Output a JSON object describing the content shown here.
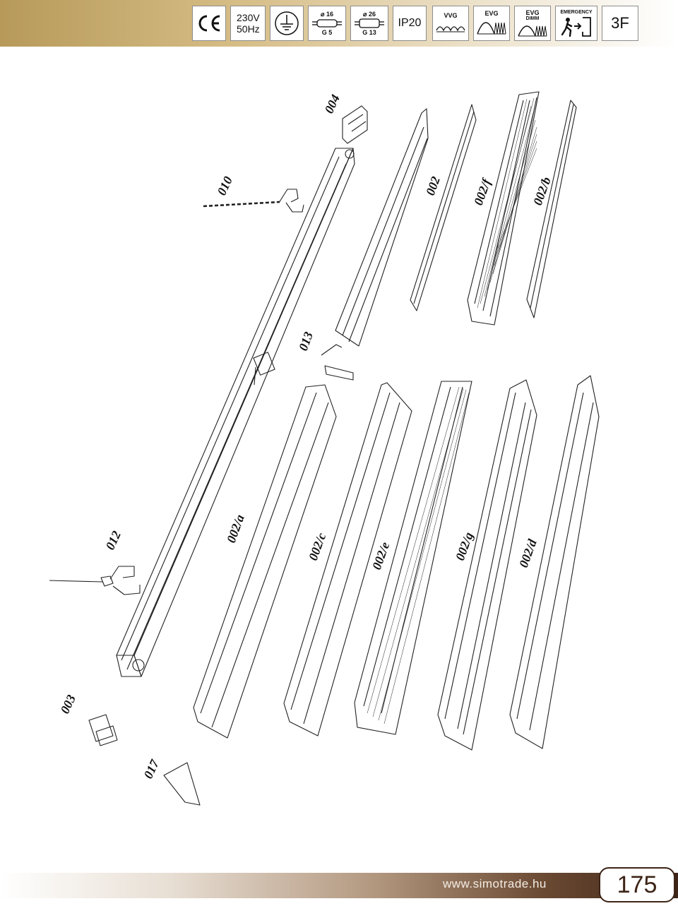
{
  "header": {
    "voltage": "230V",
    "frequency": "50Hz",
    "lamp_t16_diameter": "16",
    "lamp_t16_socket": "G 5",
    "lamp_t26_diameter": "26",
    "lamp_t26_socket": "G 13",
    "protection": "IP20",
    "vvg": "VVG",
    "evg": "EVG",
    "evg_dimm_1": "EVG",
    "evg_dimm_2": "DIMM",
    "emergency": "EMERGENCY",
    "class": "3F"
  },
  "parts": {
    "p004": "004",
    "p010": "010",
    "p002": "002",
    "p002f": "002/f",
    "p002b": "002/b",
    "p013": "013",
    "p012": "012",
    "p002a": "002/a",
    "p002c": "002/c",
    "p002e": "002/e",
    "p002g": "002/g",
    "p002d": "002/d",
    "p003": "003",
    "p017": "017"
  },
  "footer": {
    "url": "www.simotrade.hu",
    "page": "175"
  }
}
